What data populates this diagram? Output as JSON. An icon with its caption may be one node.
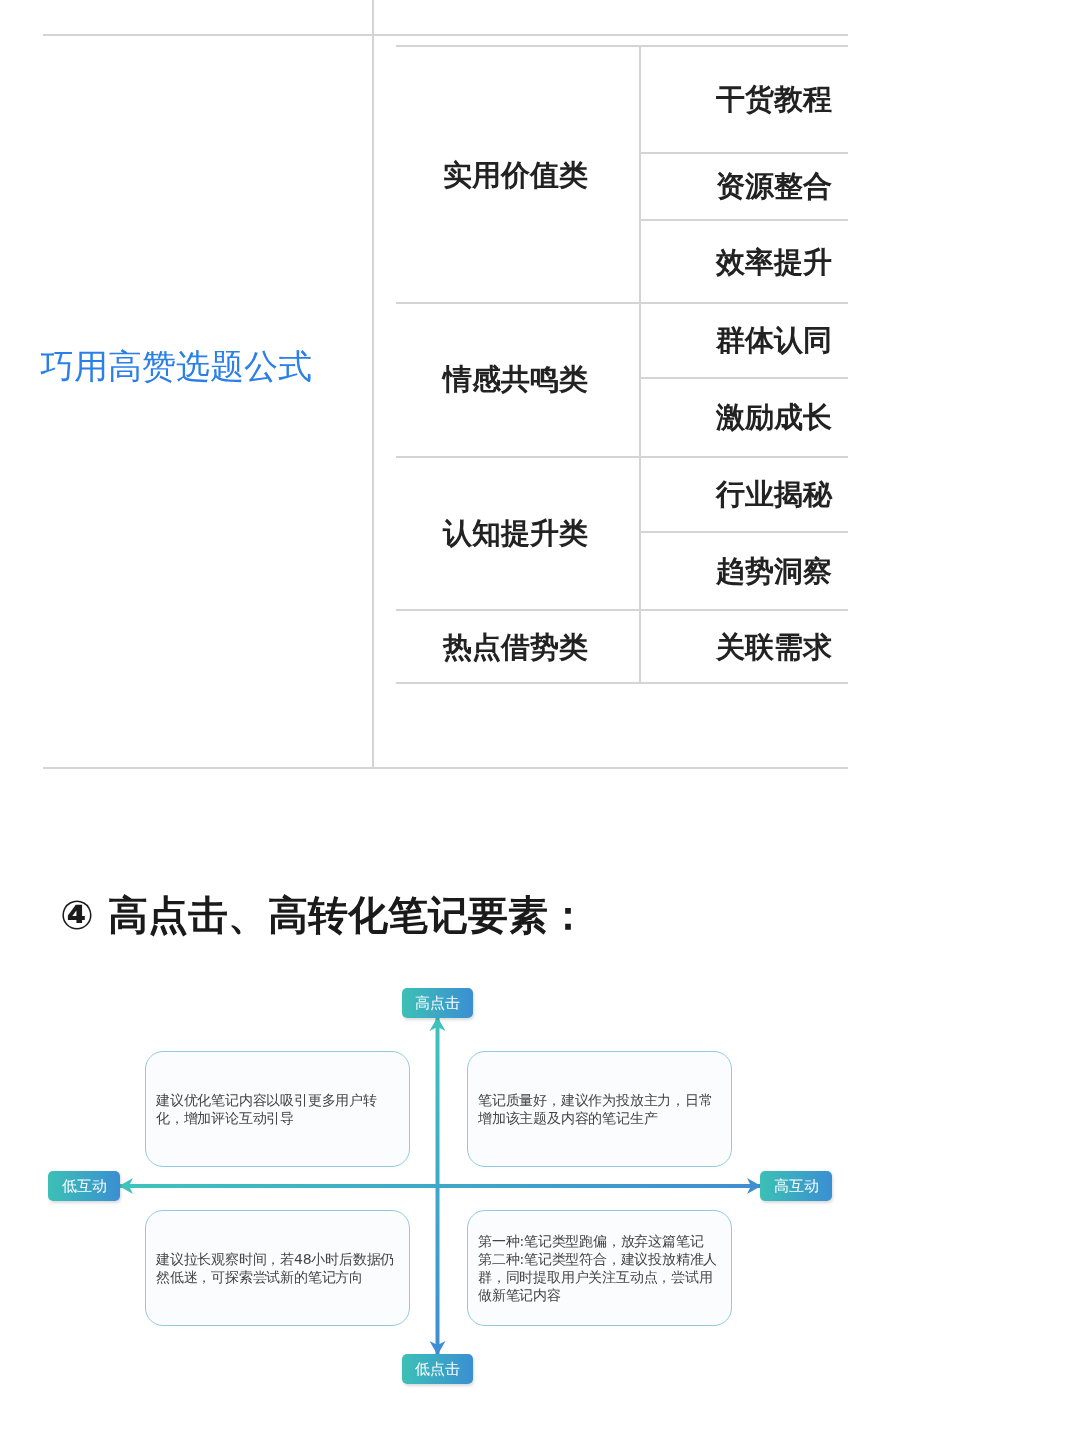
{
  "diagram": {
    "title": "④ 高点击、高转化笔记要素：",
    "nodes": [
      {
        "text": [
          "高点击"
        ]
      },
      {
        "text": [
          "建议优化笔记内容以吸引更多用户转化，增加评论互动引导"
        ]
      },
      {
        "text": [
          "笔记质量好，建议作为投放主力，日常增加该主题及内容的笔记生产"
        ]
      },
      {
        "text": [
          "低互动"
        ]
      },
      {
        "text": [
          "高互动"
        ]
      },
      {
        "text": [
          "建议拉长观察时间，若48小时后数据仍然低迷，可探索尝试新的笔记方向"
        ]
      },
      {
        "text": [
          "第一种:笔记类型跑偏，放弃这篇笔记",
          "第二种:笔记类型符合，建议投放精准人群，同时提取用户关注互动点，尝试用做新笔记内容"
        ]
      },
      {
        "text": [
          "低点击"
        ]
      }
    ],
    "edges": [
      {
        "from": 3,
        "to": 4,
        "arrow": "both"
      },
      {
        "from": 7,
        "to": 0,
        "arrow": "both"
      }
    ],
    "labels": [
      "巧用高赞选题公式",
      "实用价值类",
      "干货教程",
      "资源整合",
      "效率提升",
      "情感共鸣类",
      "群体认同",
      "激励成长",
      "认知提升类",
      "行业揭秘",
      "趋势洞察",
      "热点借势类",
      "关联需求"
    ]
  }
}
